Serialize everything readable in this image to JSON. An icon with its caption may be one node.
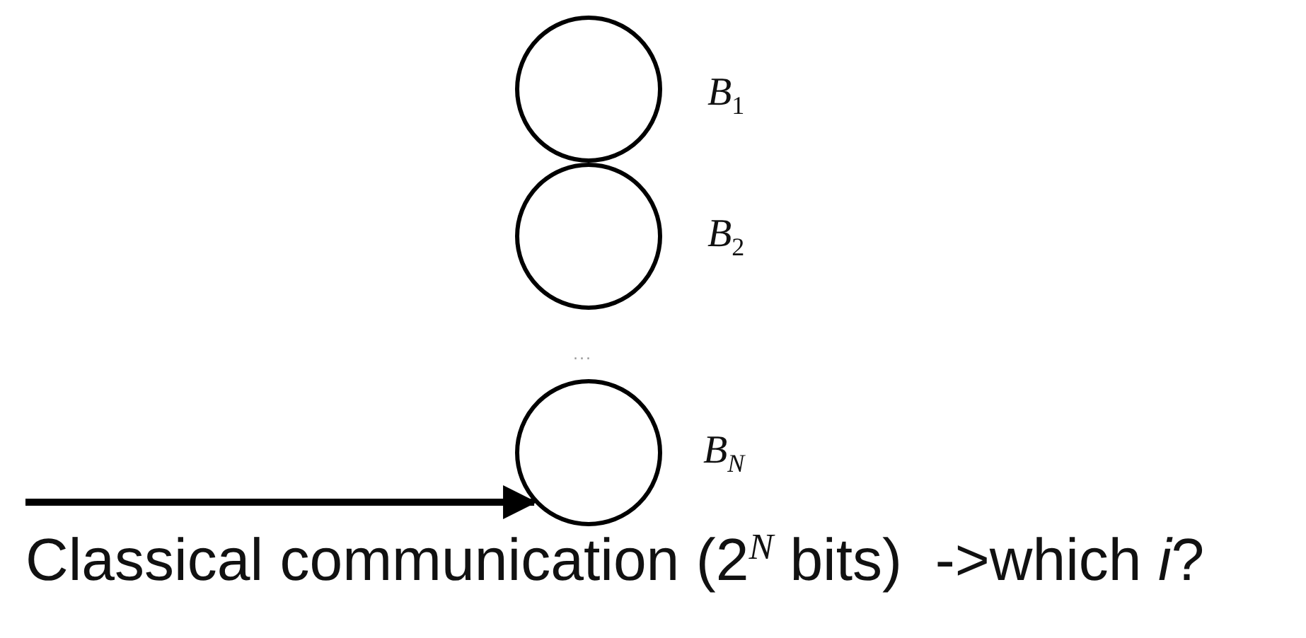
{
  "diagram": {
    "nodes": [
      {
        "text": [],
        "shape": "circle",
        "beside": [
          "B$_{1}$"
        ]
      },
      {
        "text": [],
        "shape": "circle",
        "beside": [
          "B$_{2}$"
        ]
      },
      {
        "text": [],
        "shape": "circle",
        "beside": [
          "B$_{N}$"
        ]
      }
    ],
    "edges": [
      {
        "from": null,
        "to": 2,
        "arrow": "to"
      }
    ],
    "labels": [
      "...",
      "Classical communication (2$^{N}$ bits)  ->which *i*?"
    ]
  }
}
